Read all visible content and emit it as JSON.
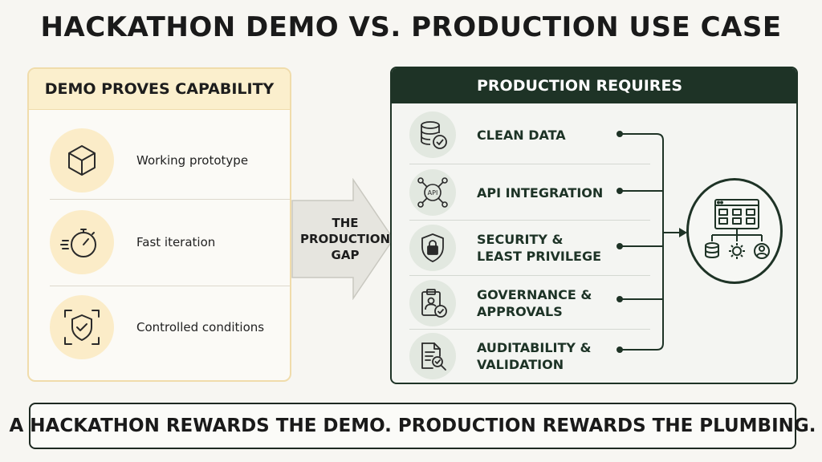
{
  "title": "HACKATHON DEMO VS. PRODUCTION USE CASE",
  "demo": {
    "header": "DEMO PROVES CAPABILITY",
    "items": [
      {
        "label": "Working prototype",
        "icon": "cube-icon"
      },
      {
        "label": "Fast iteration",
        "icon": "stopwatch-icon"
      },
      {
        "label": "Controlled conditions",
        "icon": "shield-check-icon"
      }
    ]
  },
  "gap": {
    "line1": "THE",
    "line2": "PRODUCTION",
    "line3": "GAP"
  },
  "production": {
    "header": "PRODUCTION REQUIRES",
    "items": [
      {
        "line1": "CLEAN DATA",
        "line2": "",
        "icon": "database-check-icon"
      },
      {
        "line1": "API INTEGRATION",
        "line2": "",
        "icon": "api-network-icon"
      },
      {
        "line1": "SECURITY &",
        "line2": "LEAST PRIVILEGE",
        "icon": "lock-shield-icon"
      },
      {
        "line1": "GOVERNANCE &",
        "line2": "APPROVALS",
        "icon": "clipboard-person-icon"
      },
      {
        "line1": "AUDITABILITY &",
        "line2": "VALIDATION",
        "icon": "document-search-icon"
      }
    ],
    "system_icon": "system-architecture-icon"
  },
  "footer": "A HACKATHON REWARDS THE DEMO. PRODUCTION REWARDS THE PLUMBING.",
  "colors": {
    "demo_accent": "#fbefcd",
    "production_dark": "#1e3326",
    "icon_background_green": "#e2e8e0"
  }
}
